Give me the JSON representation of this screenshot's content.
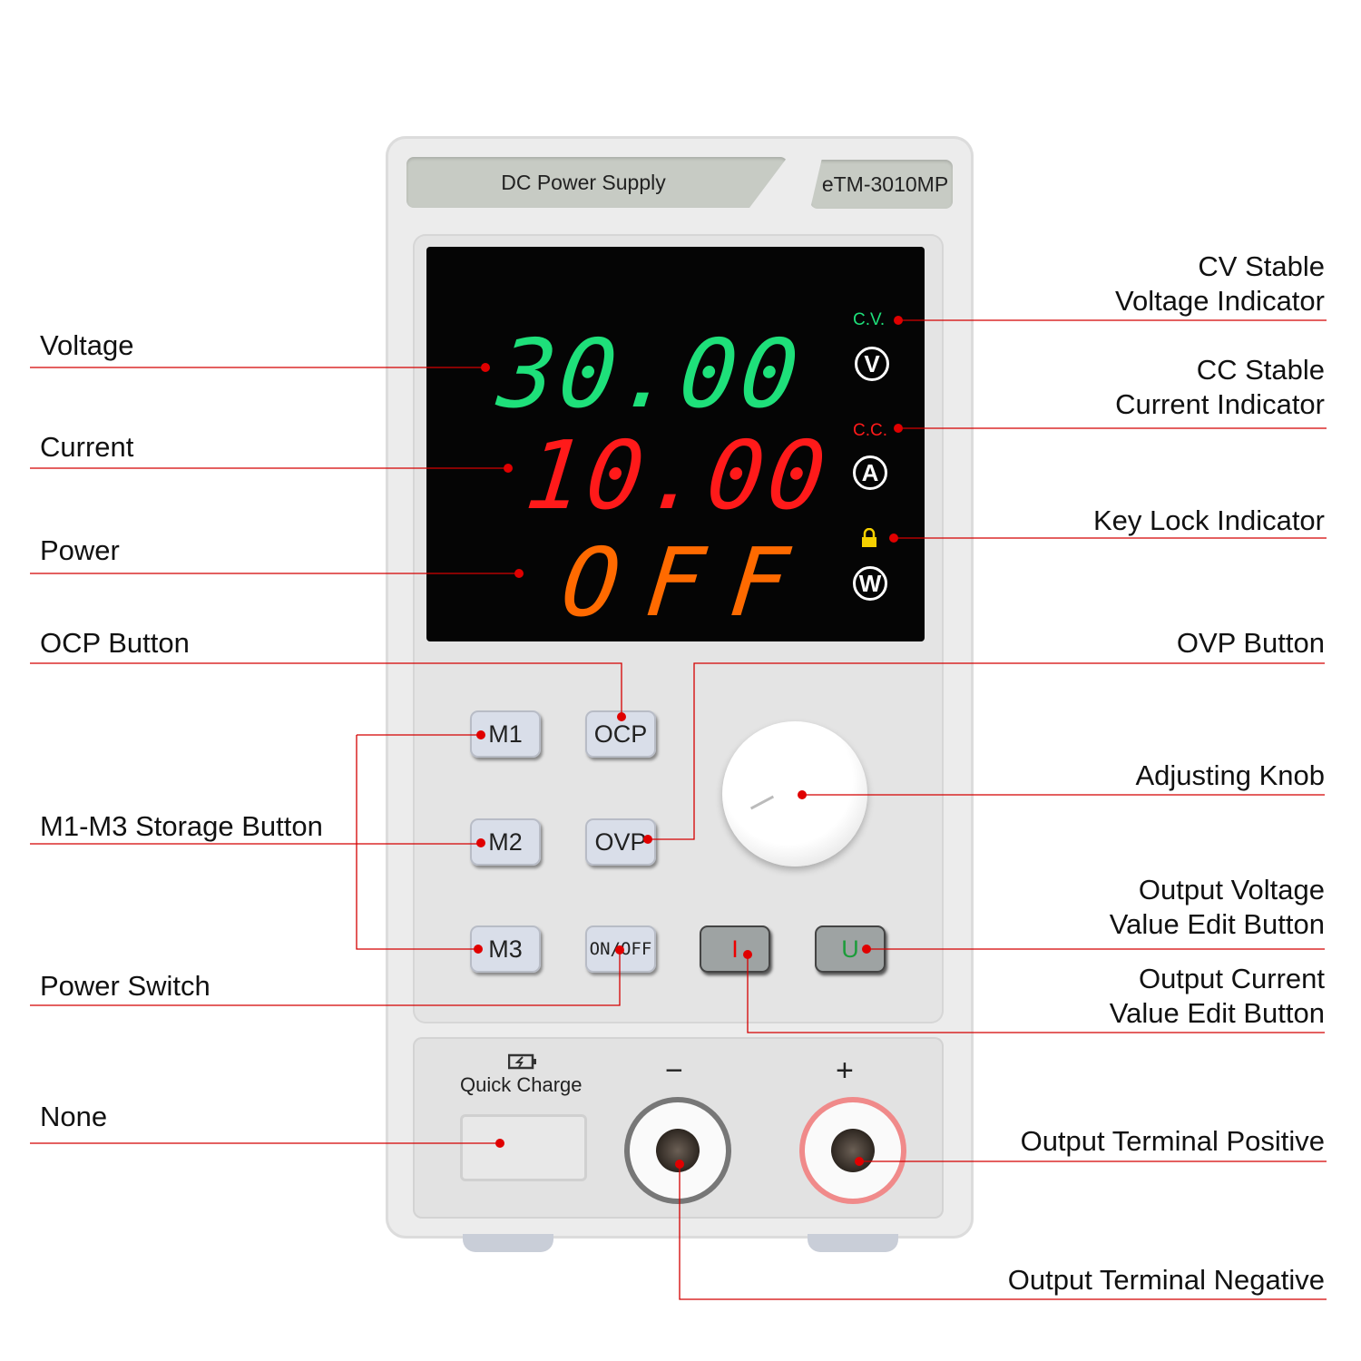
{
  "device": {
    "title_plate": "DC Power Supply",
    "model": "eTM-3010MP",
    "display": {
      "voltage": "30.00",
      "current": "10.00",
      "power": "OFF",
      "cv_indicator": "C.V.",
      "cc_indicator": "C.C.",
      "units": [
        "V",
        "A",
        "W"
      ],
      "lock_icon": "lock-icon"
    },
    "buttons": {
      "m1": "M1",
      "m2": "M2",
      "m3": "M3",
      "ocp": "OCP",
      "ovp": "OVP",
      "onoff": "ON/OFF",
      "current_edit": "I",
      "voltage_edit": "U"
    },
    "quick_charge": "Quick Charge",
    "minus": "−",
    "plus": "+"
  },
  "callouts": {
    "left": [
      "Voltage",
      "Current",
      "Power",
      "OCP Button",
      "M1-M3 Storage Button",
      "Power Switch",
      "None"
    ],
    "right": {
      "cv_line1": "CV Stable",
      "cv_line2": "Voltage Indicator",
      "cc_line1": "CC Stable",
      "cc_line2": "Current Indicator",
      "key_lock": "Key Lock Indicator",
      "ovp": "OVP Button",
      "knob": "Adjusting Knob",
      "ov_line1": "Output Voltage",
      "ov_line2": "Value Edit Button",
      "oc_line1": "Output Current",
      "oc_line2": "Value Edit Button",
      "positive": "Output Terminal Positive",
      "negative": "Output Terminal Negative"
    }
  },
  "colors": {
    "leader": "#d40000",
    "voltage_digits": "#1ee07a",
    "current_digits": "#ff1a1a",
    "power_digits": "#ff6a00"
  }
}
